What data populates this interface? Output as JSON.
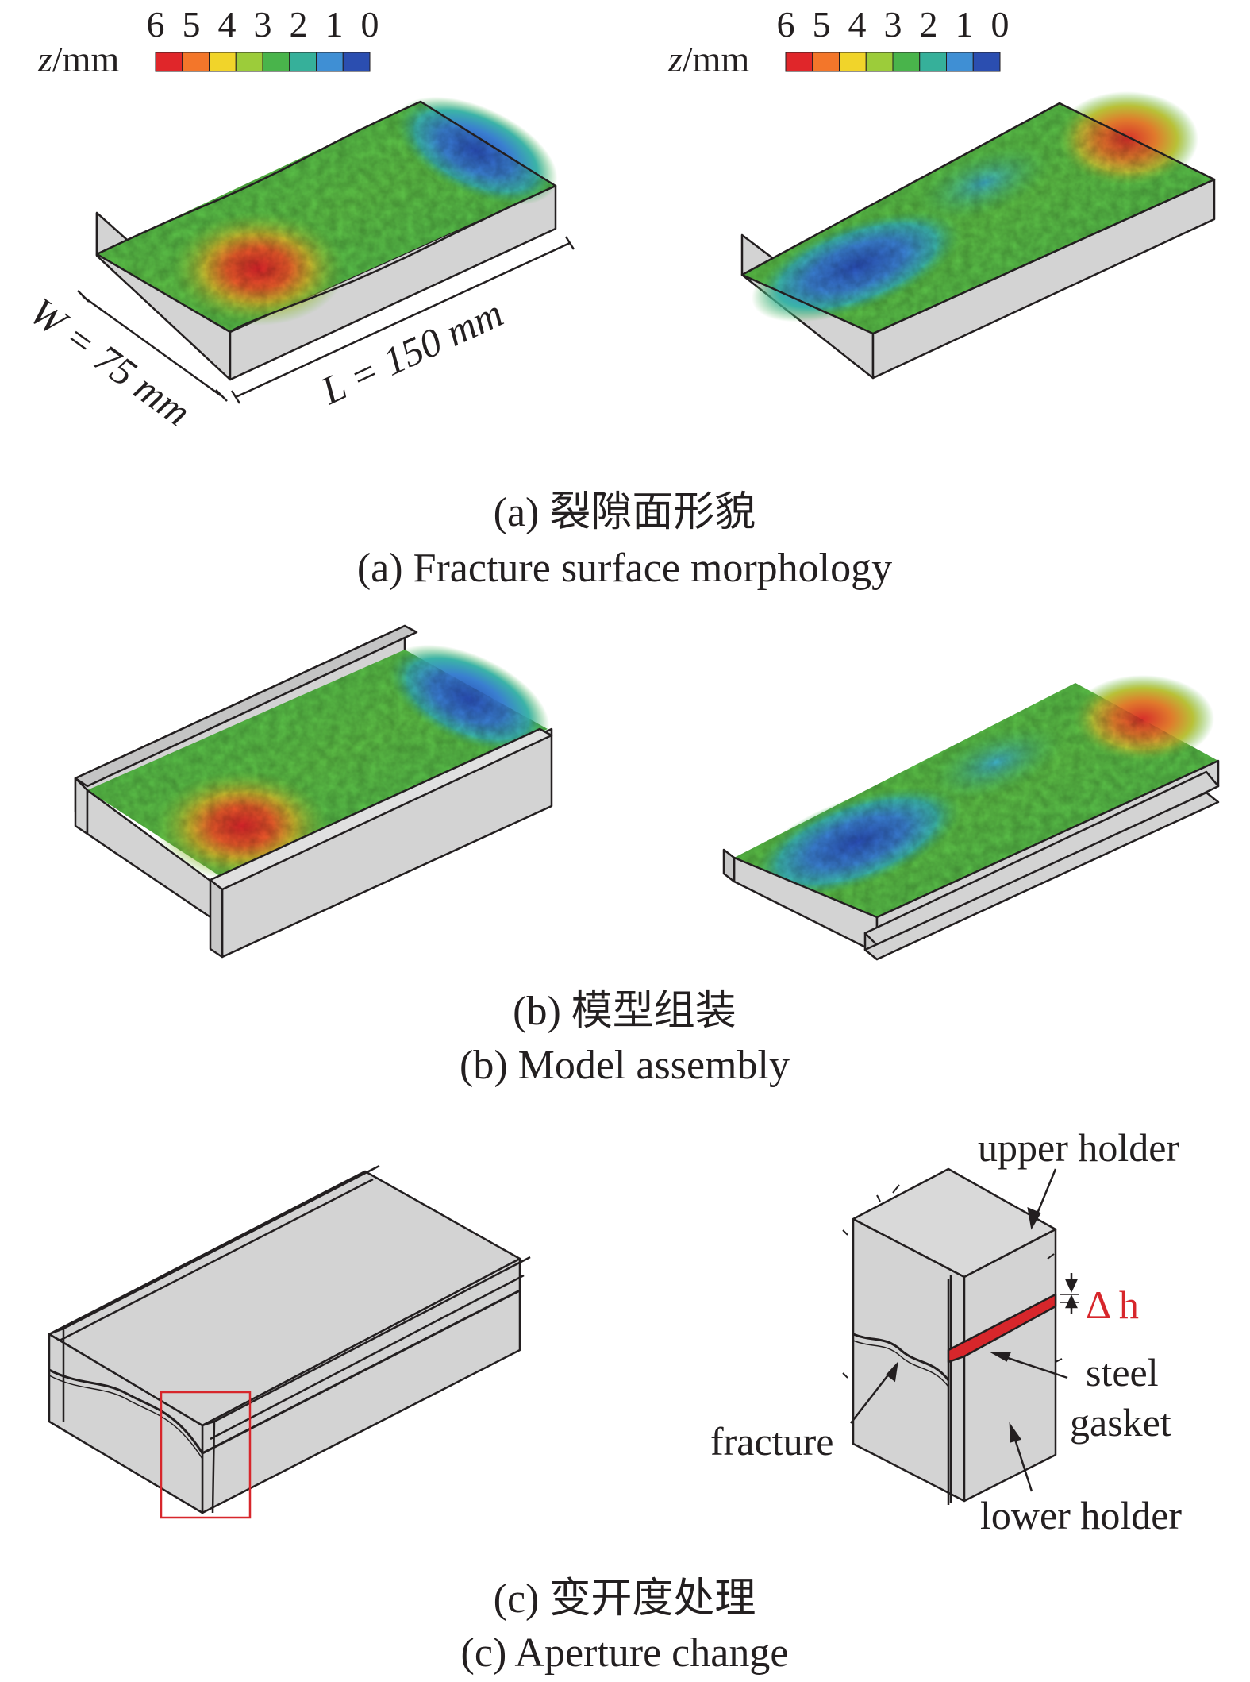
{
  "colorbar": {
    "label": "z/mm",
    "ticks": [
      "6",
      "5",
      "4",
      "3",
      "2",
      "1",
      "0"
    ],
    "colors": [
      "#e0262a",
      "#f3762a",
      "#f1d42a",
      "#9ccc3a",
      "#49b44b",
      "#36b09a",
      "#3f8fd4",
      "#2b4eb0"
    ]
  },
  "panel_a": {
    "caption_cn": "(a) 裂隙面形貌",
    "caption_en": "(a) Fracture surface morphology",
    "width_label": "W = 75 mm",
    "length_label": "L = 150 mm"
  },
  "panel_b": {
    "caption_cn": "(b) 模型组装",
    "caption_en": "(b) Model assembly"
  },
  "panel_c": {
    "caption_cn": "(c) 变开度处理",
    "caption_en": "(c) Aperture change",
    "labels": {
      "upper_holder": "upper holder",
      "delta_h": "Δ h",
      "steel": "steel",
      "gasket": "gasket",
      "fracture": "fracture",
      "lower_holder": "lower holder"
    }
  },
  "colors": {
    "block_gray": "#d3d3d3",
    "edge": "#231f20",
    "highlight_red": "#d7262b"
  }
}
